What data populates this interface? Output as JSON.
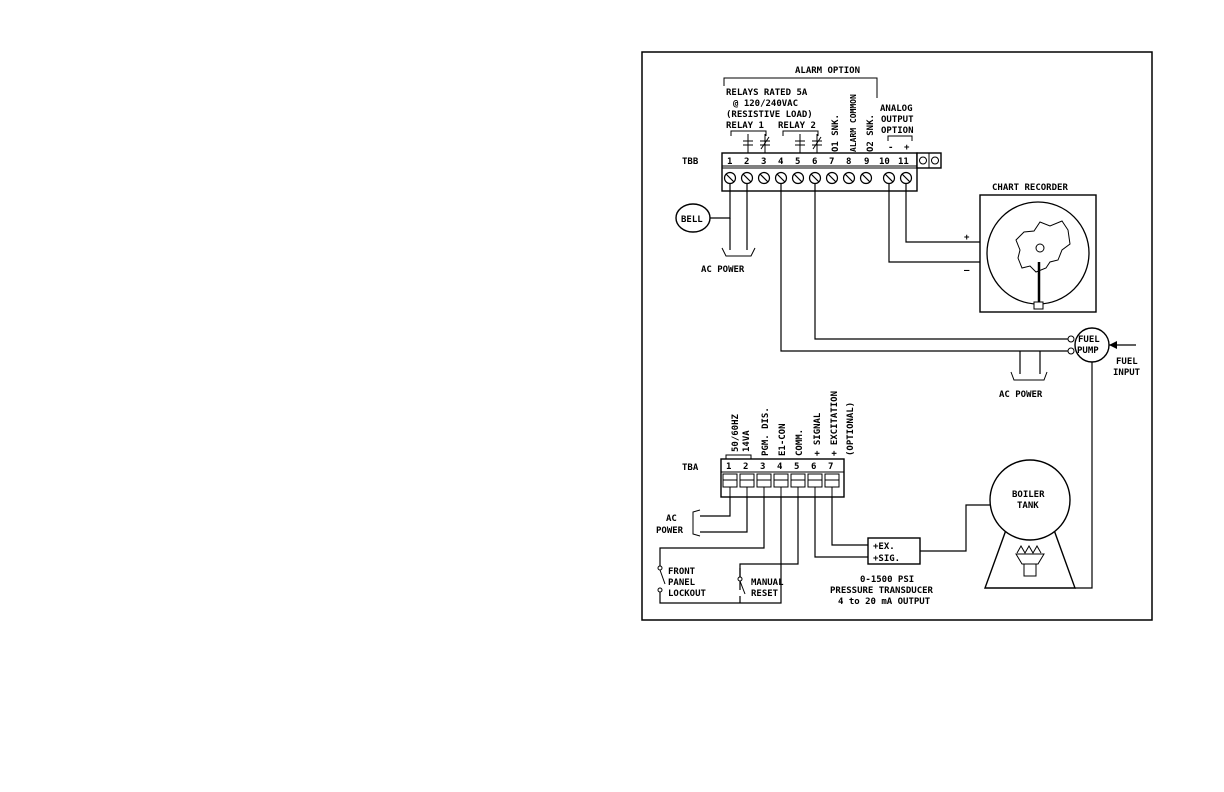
{
  "alarm": {
    "title": "ALARM OPTION",
    "relays_line1": "RELAYS RATED 5A",
    "relays_line2": "@ 120/240VAC",
    "relays_line3": "(RESISTIVE LOAD)",
    "relay1": "RELAY 1",
    "relay2": "RELAY 2"
  },
  "tbb": {
    "label": "TBB",
    "terminals": [
      "1",
      "2",
      "3",
      "4",
      "5",
      "6",
      "7",
      "8",
      "9",
      "10",
      "11"
    ],
    "vlabels": [
      "O1 SNK.",
      "ALARM COMMON",
      "O2 SNK."
    ],
    "analog_line1": "ANALOG",
    "analog_line2": "OUTPUT",
    "analog_line3": "OPTION",
    "minus": "-",
    "plus": "+"
  },
  "bell": "BELL",
  "ac_power": "AC POWER",
  "chart_recorder": {
    "title": "CHART RECORDER",
    "plus": "+",
    "minus": "–"
  },
  "fuel_pump": {
    "line1": "FUEL",
    "line2": "PUMP",
    "input1": "FUEL",
    "input2": "INPUT"
  },
  "tba": {
    "label": "TBA",
    "terminals": [
      "1",
      "2",
      "3",
      "4",
      "5",
      "6",
      "7"
    ],
    "vlabel_50hz": "50/60HZ",
    "vlabel_14va": "14VA",
    "vlabels": [
      "PGM. DIS.",
      "E1-CON",
      "COMM.",
      "+ SIGNAL",
      "+ EXCITATION",
      "(OPTIONAL)"
    ]
  },
  "ac": "AC",
  "power": "POWER",
  "front_panel": [
    "FRONT",
    "PANEL",
    "LOCKOUT"
  ],
  "manual_reset": [
    "MANUAL",
    "RESET"
  ],
  "transducer": {
    "ex": "+EX.",
    "sig": "+SIG.",
    "line1": "0-1500 PSI",
    "line2": "PRESSURE TRANSDUCER",
    "line3": "4 to 20 mA OUTPUT"
  },
  "boiler": {
    "line1": "BOILER",
    "line2": "TANK"
  }
}
